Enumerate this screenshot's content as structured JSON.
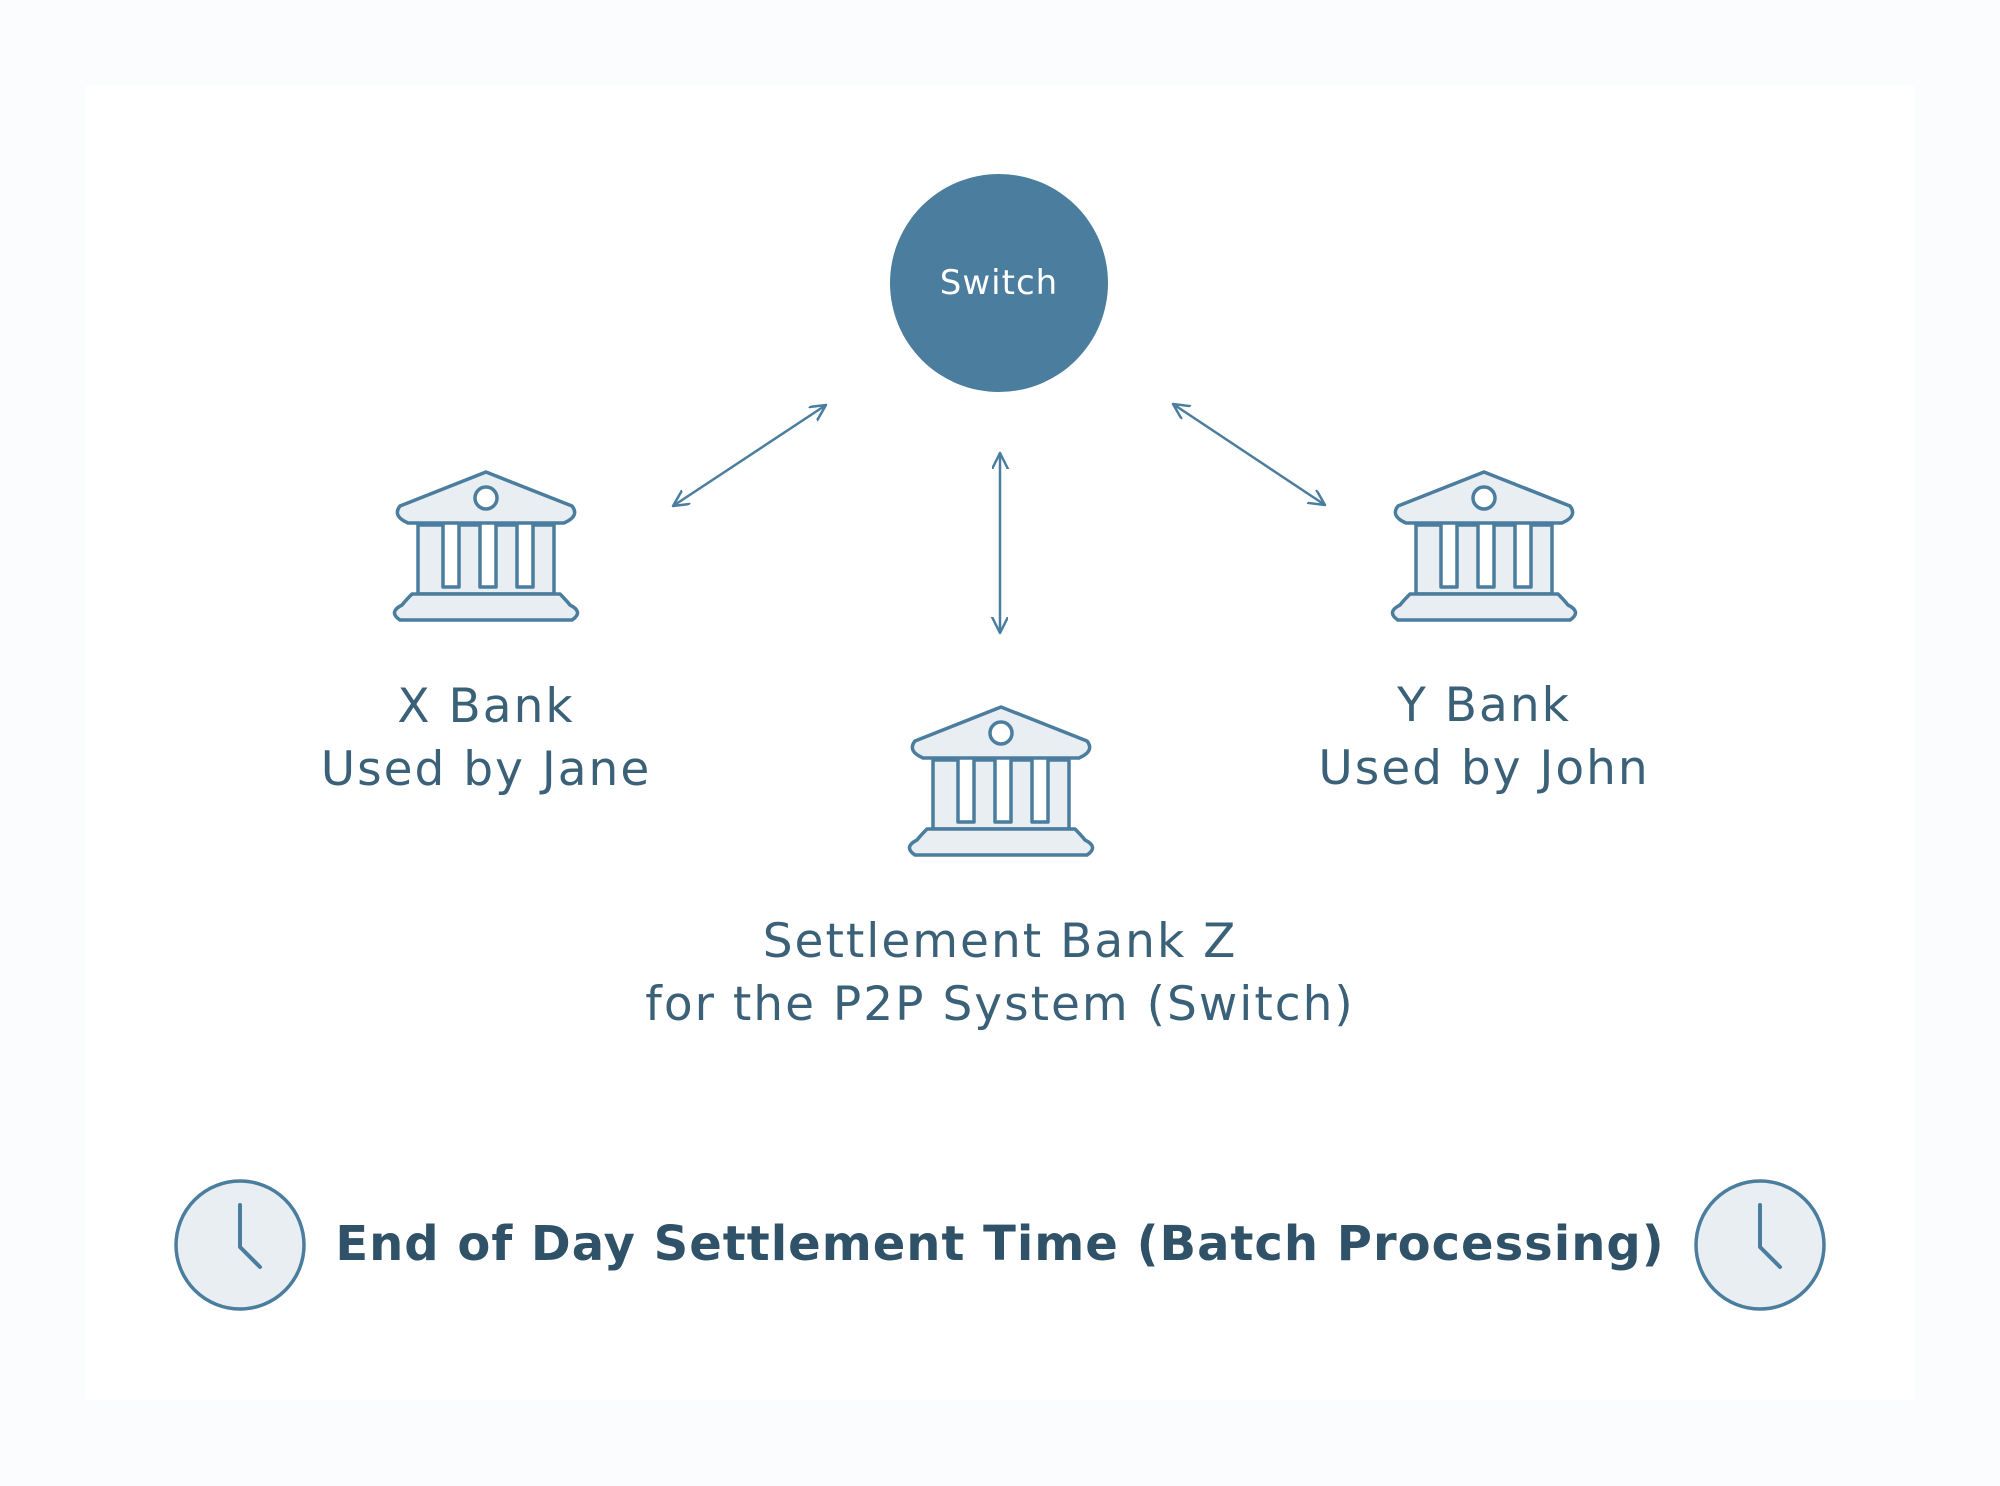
{
  "diagram": {
    "switch_node": {
      "label": "Switch"
    },
    "banks": {
      "x_bank": {
        "line1": "X Bank",
        "line2": "Used by Jane"
      },
      "y_bank": {
        "line1": "Y Bank",
        "line2": "Used by John"
      },
      "settlement_bank": {
        "line1": "Settlement Bank Z",
        "line2": "for the P2P System (Switch)"
      }
    },
    "footer": {
      "title": "End of Day Settlement Time (Batch Processing)"
    },
    "colors": {
      "switch_fill": "#4b7d9e",
      "icon_stroke": "#4b7d9e",
      "icon_fill": "#e8eef2",
      "text": "#3b6178"
    },
    "icons": [
      "bank-icon",
      "clock-icon",
      "double-arrow-icon"
    ]
  }
}
